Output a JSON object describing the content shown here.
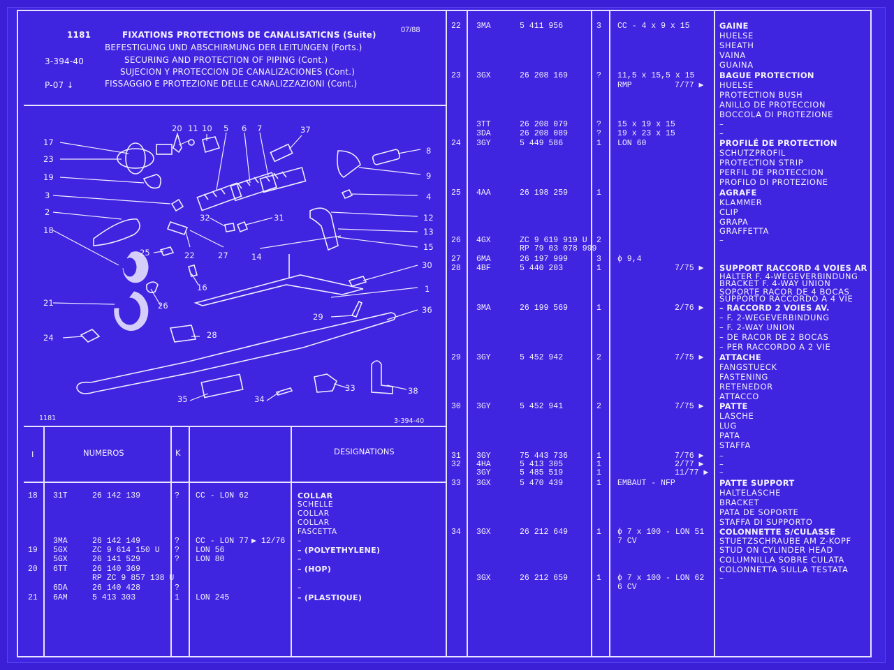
{
  "header": {
    "model": "1181",
    "date": "07/88",
    "ref": "3-394-40",
    "page": "P-07 ↓",
    "title_fr": "FIXATIONS PROTECTIONS DE CANALISATICNS (Suite)",
    "title_de": "BEFESTIGUNG UND ABSCHIRMUNG DER LEITUNGEN (Forts.)",
    "title_en": "SECURING AND PROTECTION OF PIPING (Cont.)",
    "title_es": "SUJECION Y PROTECCION DE CANALIZACIONES (Cont.)",
    "title_it": "FISSAGGIO E PROTEZIONE DELLE CANALIZZAZIONI (Cont.)"
  },
  "diagram": {
    "footer_left": "1181",
    "footer_right": "3-394-40",
    "callouts": [
      "1",
      "2",
      "3",
      "4",
      "5",
      "6",
      "7",
      "8",
      "9",
      "10",
      "11",
      "12",
      "13",
      "14",
      "15",
      "16",
      "17",
      "18",
      "19",
      "20",
      "21",
      "22",
      "23",
      "24",
      "25",
      "26",
      "27",
      "28",
      "29",
      "30",
      "31",
      "32",
      "33",
      "34",
      "35",
      "36",
      "37",
      "38"
    ]
  },
  "table_head": {
    "col_i": "I",
    "col_numeros": "NUMEROS",
    "col_k": "K",
    "col_designations": "DESIGNATIONS"
  },
  "left_rows": [
    {
      "i": "18",
      "code": "31T",
      "num": "26 142 139",
      "k": "?",
      "spec": "CC - LON 62",
      "mark": "",
      "des": "COLLAR",
      "des_bold": true
    },
    {
      "i": "",
      "code": "",
      "num": "",
      "k": "",
      "spec": "",
      "mark": "",
      "des": "SCHELLE",
      "des_bold": false
    },
    {
      "i": "",
      "code": "",
      "num": "",
      "k": "",
      "spec": "",
      "mark": "",
      "des": "COLLAR",
      "des_bold": false
    },
    {
      "i": "",
      "code": "",
      "num": "",
      "k": "",
      "spec": "",
      "mark": "",
      "des": "COLLAR",
      "des_bold": false
    },
    {
      "i": "",
      "code": "",
      "num": "",
      "k": "",
      "spec": "",
      "mark": "",
      "des": "FASCETTA",
      "des_bold": false
    },
    {
      "i": "",
      "code": "3MA",
      "num": "26 142 149",
      "k": "?",
      "spec": "CC - LON 77",
      "mark": "▶ 12/76",
      "des": "–",
      "des_bold": false
    },
    {
      "i": "19",
      "code": "5GX",
      "num": "ZC 9 614 150 U",
      "k": "?",
      "spec": "LON 56",
      "mark": "",
      "des": "– (POLYETHYLENE)",
      "des_bold": true
    },
    {
      "i": "",
      "code": "5GX",
      "num": "26 141 529",
      "k": "?",
      "spec": "LON 80",
      "mark": "",
      "des": "–",
      "des_bold": false
    },
    {
      "i": "20",
      "code": "6TT",
      "num": "26 140 369",
      "k": "",
      "spec": "",
      "mark": "",
      "des": "– (HOP)",
      "des_bold": true
    },
    {
      "i": "",
      "code": "",
      "num": "RP ZC 9 857 138 U",
      "k": "",
      "spec": "",
      "mark": "",
      "des": "",
      "des_bold": false
    },
    {
      "i": "",
      "code": "6DA",
      "num": "26 140 428",
      "k": "?",
      "spec": "",
      "mark": "",
      "des": "–",
      "des_bold": false
    },
    {
      "i": "21",
      "code": "6AM",
      "num": "5 413 303",
      "k": "1",
      "spec": "LON 245",
      "mark": "",
      "des": "– (PLASTIQUE)",
      "des_bold": true
    }
  ],
  "right_rows": [
    {
      "i": "22",
      "code": "3MA",
      "num": "5 411 956",
      "k": "3",
      "spec": "CC - 4 x 9 x 15",
      "mark": "",
      "des": "GAINE",
      "des_bold": true
    },
    {
      "i": "",
      "code": "",
      "num": "",
      "k": "",
      "spec": "",
      "mark": "",
      "des": "HUELSE",
      "des_bold": false
    },
    {
      "i": "",
      "code": "",
      "num": "",
      "k": "",
      "spec": "",
      "mark": "",
      "des": "SHEATH",
      "des_bold": false
    },
    {
      "i": "",
      "code": "",
      "num": "",
      "k": "",
      "spec": "",
      "mark": "",
      "des": "VAINA",
      "des_bold": false
    },
    {
      "i": "",
      "code": "",
      "num": "",
      "k": "",
      "spec": "",
      "mark": "",
      "des": "GUAINA",
      "des_bold": false
    },
    {
      "i": "23",
      "code": "3GX",
      "num": "26 208 169",
      "k": "?",
      "spec": "11,5 x 15,5 x 15",
      "mark": "",
      "des": "BAGUE PROTECTION",
      "des_bold": true
    },
    {
      "i": "",
      "code": "",
      "num": "",
      "k": "",
      "spec": "RMP",
      "mark": "7/77 ▶",
      "des": "HUELSE",
      "des_bold": false
    },
    {
      "i": "",
      "code": "",
      "num": "",
      "k": "",
      "spec": "",
      "mark": "",
      "des": "PROTECTION BUSH",
      "des_bold": false
    },
    {
      "i": "",
      "code": "",
      "num": "",
      "k": "",
      "spec": "",
      "mark": "",
      "des": "ANILLO DE PROTECCION",
      "des_bold": false
    },
    {
      "i": "",
      "code": "",
      "num": "",
      "k": "",
      "spec": "",
      "mark": "",
      "des": "BOCCOLA DI PROTEZIONE",
      "des_bold": false
    },
    {
      "i": "",
      "code": "3TT",
      "num": "26 208 079",
      "k": "?",
      "spec": "15 x 19 x 15",
      "mark": "",
      "des": "–",
      "des_bold": false
    },
    {
      "i": "",
      "code": "3DA",
      "num": "26 208 089",
      "k": "?",
      "spec": "19 x 23 x 15",
      "mark": "",
      "des": "–",
      "des_bold": false
    },
    {
      "i": "24",
      "code": "3GY",
      "num": "5 449 586",
      "k": "1",
      "spec": "LON 60",
      "mark": "",
      "des": "PROFILÉ DE PROTECTION",
      "des_bold": true
    },
    {
      "i": "",
      "code": "",
      "num": "",
      "k": "",
      "spec": "",
      "mark": "",
      "des": "SCHUTZPROFIL",
      "des_bold": false
    },
    {
      "i": "",
      "code": "",
      "num": "",
      "k": "",
      "spec": "",
      "mark": "",
      "des": "PROTECTION STRIP",
      "des_bold": false
    },
    {
      "i": "",
      "code": "",
      "num": "",
      "k": "",
      "spec": "",
      "mark": "",
      "des": "PERFIL DE PROTECCION",
      "des_bold": false
    },
    {
      "i": "",
      "code": "",
      "num": "",
      "k": "",
      "spec": "",
      "mark": "",
      "des": "PROFILO DI PROTEZIONE",
      "des_bold": false
    },
    {
      "i": "25",
      "code": "4AA",
      "num": "26 198 259",
      "k": "1",
      "spec": "",
      "mark": "",
      "des": "AGRAFE",
      "des_bold": true
    },
    {
      "i": "",
      "code": "",
      "num": "",
      "k": "",
      "spec": "",
      "mark": "",
      "des": "KLAMMER",
      "des_bold": false
    },
    {
      "i": "",
      "code": "",
      "num": "",
      "k": "",
      "spec": "",
      "mark": "",
      "des": "CLIP",
      "des_bold": false
    },
    {
      "i": "",
      "code": "",
      "num": "",
      "k": "",
      "spec": "",
      "mark": "",
      "des": "GRAPA",
      "des_bold": false
    },
    {
      "i": "",
      "code": "",
      "num": "",
      "k": "",
      "spec": "",
      "mark": "",
      "des": "GRAFFETTA",
      "des_bold": false
    },
    {
      "i": "26",
      "code": "4GX",
      "num": "ZC 9 619 919 U",
      "k": "2",
      "spec": "",
      "mark": "",
      "des": "–",
      "des_bold": false
    },
    {
      "i": "",
      "code": "",
      "num": "RP 79 03 078 999",
      "k": "",
      "spec": "",
      "mark": "",
      "des": "",
      "des_bold": false
    },
    {
      "i": "27",
      "code": "6MA",
      "num": "26 197 999",
      "k": "3",
      "spec": "ϕ 9,4",
      "mark": "",
      "des": "",
      "des_bold": false
    },
    {
      "i": "28",
      "code": "4BF",
      "num": "5 440 203",
      "k": "1",
      "spec": "",
      "mark": "7/75 ▶",
      "des": "SUPPORT RACCORD 4 VOIES AR",
      "des_bold": true
    },
    {
      "i": "",
      "code": "",
      "num": "",
      "k": "",
      "spec": "",
      "mark": "",
      "des": "HALTER F. 4-WEGEVERBINDUNG",
      "des_bold": false
    },
    {
      "i": "",
      "code": "",
      "num": "",
      "k": "",
      "spec": "",
      "mark": "",
      "des": "BRACKET F. 4-WAY UNION",
      "des_bold": false
    },
    {
      "i": "",
      "code": "",
      "num": "",
      "k": "",
      "spec": "",
      "mark": "",
      "des": "SOPORTE RACOR DE 4 BOCAS",
      "des_bold": false
    },
    {
      "i": "",
      "code": "",
      "num": "",
      "k": "",
      "spec": "",
      "mark": "",
      "des": "SUPPORTO RACCORDO A 4 VIE",
      "des_bold": false
    },
    {
      "i": "",
      "code": "3MA",
      "num": "26 199 569",
      "k": "1",
      "spec": "",
      "mark": "2/76 ▶",
      "des": "– RACCORD 2 VOIES AV.",
      "des_bold": true
    },
    {
      "i": "",
      "code": "",
      "num": "",
      "k": "",
      "spec": "",
      "mark": "",
      "des": "– F. 2-WEGEVERBINDUNG",
      "des_bold": false
    },
    {
      "i": "",
      "code": "",
      "num": "",
      "k": "",
      "spec": "",
      "mark": "",
      "des": "– F. 2-WAY UNION",
      "des_bold": false
    },
    {
      "i": "",
      "code": "",
      "num": "",
      "k": "",
      "spec": "",
      "mark": "",
      "des": "– DE RACOR DE 2 BOCAS",
      "des_bold": false
    },
    {
      "i": "",
      "code": "",
      "num": "",
      "k": "",
      "spec": "",
      "mark": "",
      "des": "– PER RACCORDO A 2 VIE",
      "des_bold": false
    },
    {
      "i": "29",
      "code": "3GY",
      "num": "5 452 942",
      "k": "2",
      "spec": "",
      "mark": "7/75 ▶",
      "des": "ATTACHE",
      "des_bold": true
    },
    {
      "i": "",
      "code": "",
      "num": "",
      "k": "",
      "spec": "",
      "mark": "",
      "des": "FANGSTUECK",
      "des_bold": false
    },
    {
      "i": "",
      "code": "",
      "num": "",
      "k": "",
      "spec": "",
      "mark": "",
      "des": "FASTENING",
      "des_bold": false
    },
    {
      "i": "",
      "code": "",
      "num": "",
      "k": "",
      "spec": "",
      "mark": "",
      "des": "RETENEDOR",
      "des_bold": false
    },
    {
      "i": "",
      "code": "",
      "num": "",
      "k": "",
      "spec": "",
      "mark": "",
      "des": "ATTACCO",
      "des_bold": false
    },
    {
      "i": "30",
      "code": "3GY",
      "num": "5 452 941",
      "k": "2",
      "spec": "",
      "mark": "7/75 ▶",
      "des": "PATTE",
      "des_bold": true
    },
    {
      "i": "",
      "code": "",
      "num": "",
      "k": "",
      "spec": "",
      "mark": "",
      "des": "LASCHE",
      "des_bold": false
    },
    {
      "i": "",
      "code": "",
      "num": "",
      "k": "",
      "spec": "",
      "mark": "",
      "des": "LUG",
      "des_bold": false
    },
    {
      "i": "",
      "code": "",
      "num": "",
      "k": "",
      "spec": "",
      "mark": "",
      "des": "PATA",
      "des_bold": false
    },
    {
      "i": "",
      "code": "",
      "num": "",
      "k": "",
      "spec": "",
      "mark": "",
      "des": "STAFFA",
      "des_bold": false
    },
    {
      "i": "31",
      "code": "3GY",
      "num": "75 443 736",
      "k": "1",
      "spec": "",
      "mark": "7/76 ▶",
      "des": "–",
      "des_bold": false
    },
    {
      "i": "32",
      "code": "4HA",
      "num": "5 413 305",
      "k": "1",
      "spec": "",
      "mark": "2/77 ▶",
      "des": "–",
      "des_bold": false
    },
    {
      "i": "",
      "code": "3GY",
      "num": "5 485 519",
      "k": "1",
      "spec": "",
      "mark": "11/77 ▶",
      "des": "–",
      "des_bold": false
    },
    {
      "i": "33",
      "code": "3GX",
      "num": "5 470 439",
      "k": "1",
      "spec": "EMBAUT - NFP",
      "mark": "",
      "des": "PATTE SUPPORT",
      "des_bold": true
    },
    {
      "i": "",
      "code": "",
      "num": "",
      "k": "",
      "spec": "",
      "mark": "",
      "des": "HALTELASCHE",
      "des_bold": false
    },
    {
      "i": "",
      "code": "",
      "num": "",
      "k": "",
      "spec": "",
      "mark": "",
      "des": "BRACKET",
      "des_bold": false
    },
    {
      "i": "",
      "code": "",
      "num": "",
      "k": "",
      "spec": "",
      "mark": "",
      "des": "PATA DE SOPORTE",
      "des_bold": false
    },
    {
      "i": "",
      "code": "",
      "num": "",
      "k": "",
      "spec": "",
      "mark": "",
      "des": "STAFFA DI SUPPORTO",
      "des_bold": false
    },
    {
      "i": "34",
      "code": "3GX",
      "num": "26 212 649",
      "k": "1",
      "spec": "ϕ 7 x 100 - LON 51",
      "mark": "",
      "des": "COLONNETTE S/CULASSE",
      "des_bold": true
    },
    {
      "i": "",
      "code": "",
      "num": "",
      "k": "",
      "spec": "7 CV",
      "mark": "",
      "des": "STUETZSCHRAUBE AM Z-KOPF",
      "des_bold": false
    },
    {
      "i": "",
      "code": "",
      "num": "",
      "k": "",
      "spec": "",
      "mark": "",
      "des": "STUD ON CYLINDER HEAD",
      "des_bold": false
    },
    {
      "i": "",
      "code": "",
      "num": "",
      "k": "",
      "spec": "",
      "mark": "",
      "des": "COLUMNILLA SOBRE CULATA",
      "des_bold": false
    },
    {
      "i": "",
      "code": "",
      "num": "",
      "k": "",
      "spec": "",
      "mark": "",
      "des": "COLONNETTA SULLA TESTATA",
      "des_bold": false
    },
    {
      "i": "",
      "code": "3GX",
      "num": "26 212 659",
      "k": "1",
      "spec": "ϕ 7 x 100 - LON 62",
      "mark": "",
      "des": "–",
      "des_bold": false
    },
    {
      "i": "",
      "code": "",
      "num": "",
      "k": "",
      "spec": "6 CV",
      "mark": "",
      "des": "",
      "des_bold": false
    }
  ]
}
